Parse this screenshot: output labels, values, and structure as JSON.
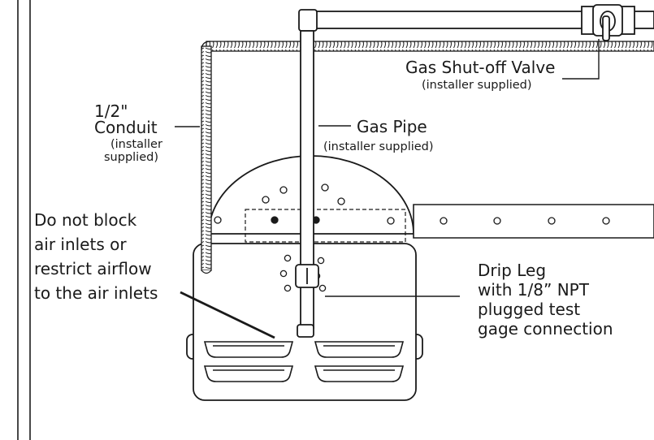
{
  "labels": {
    "conduit_size": "1/2\"",
    "conduit": "Conduit",
    "conduit_note_1": "(installer",
    "conduit_note_2": "supplied)",
    "gas_pipe": "Gas Pipe",
    "gas_pipe_note": "(installer supplied)",
    "valve": "Gas Shut-off Valve",
    "valve_note": "(installer supplied)",
    "warning": [
      "Do not block",
      "air inlets or",
      "restrict airflow",
      "to the air inlets"
    ],
    "drip_leg": [
      "Drip Leg",
      "with 1/8” NPT",
      "plugged test",
      "gage connection"
    ]
  },
  "colors": {
    "line": "#1a1a1a",
    "text": "#1a1a1a",
    "fill": "#ffffff"
  }
}
